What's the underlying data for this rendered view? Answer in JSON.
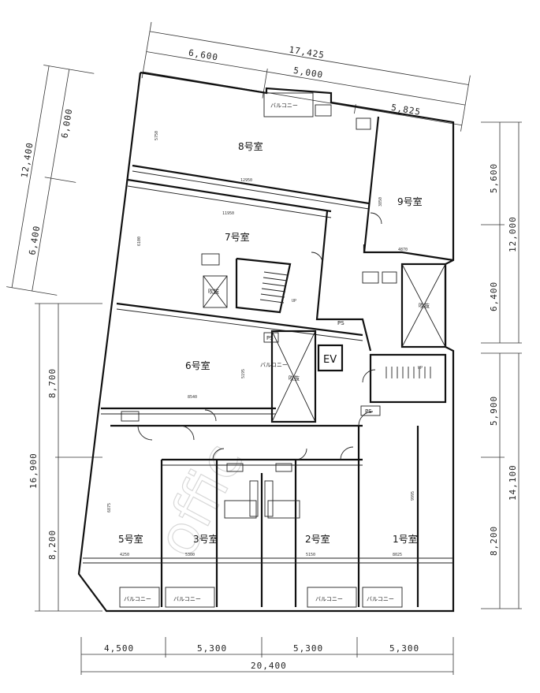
{
  "dimensions": {
    "top_total": "17,425",
    "top_1": "6,600",
    "top_2": "5,000",
    "top_3": "5,825",
    "left_upper_total": "12,400",
    "left_upper_1": "6,000",
    "left_upper_2": "6,400",
    "left_lower_total": "16,900",
    "left_lower_1": "8,700",
    "left_lower_2": "8,200",
    "right_upper_total": "12,000",
    "right_upper_1": "5,600",
    "right_upper_2": "6,400",
    "right_lower_total": "14,100",
    "right_lower_1": "5,900",
    "right_lower_2": "8,200",
    "bottom_1": "4,500",
    "bottom_2": "5,300",
    "bottom_3": "5,300",
    "bottom_4": "5,300",
    "bottom_total": "20,400"
  },
  "rooms": {
    "r1": "1号室",
    "r2": "2号室",
    "r3": "3号室",
    "r5": "5号室",
    "r6": "6号室",
    "r7": "7号室",
    "r8": "8号室",
    "r9": "9号室"
  },
  "labels": {
    "ev": "EV",
    "fukinuke": "吹抜",
    "ps": "PS",
    "balcony": "バルコニー",
    "up": "UP"
  },
  "inner_dims": {
    "d8_width": "12950",
    "d7_width": "11950",
    "d9_width": "4870",
    "d6_width": "8540",
    "d5_width": "4250",
    "d3_width": "5300",
    "d2_width": "5150",
    "d1_width": "8025",
    "d8_height": "5750",
    "d9_height": "3850",
    "d7_height": "6100",
    "d6_height": "5195",
    "d5_height": "6875",
    "d1_height": "9995"
  },
  "watermark": "offic"
}
